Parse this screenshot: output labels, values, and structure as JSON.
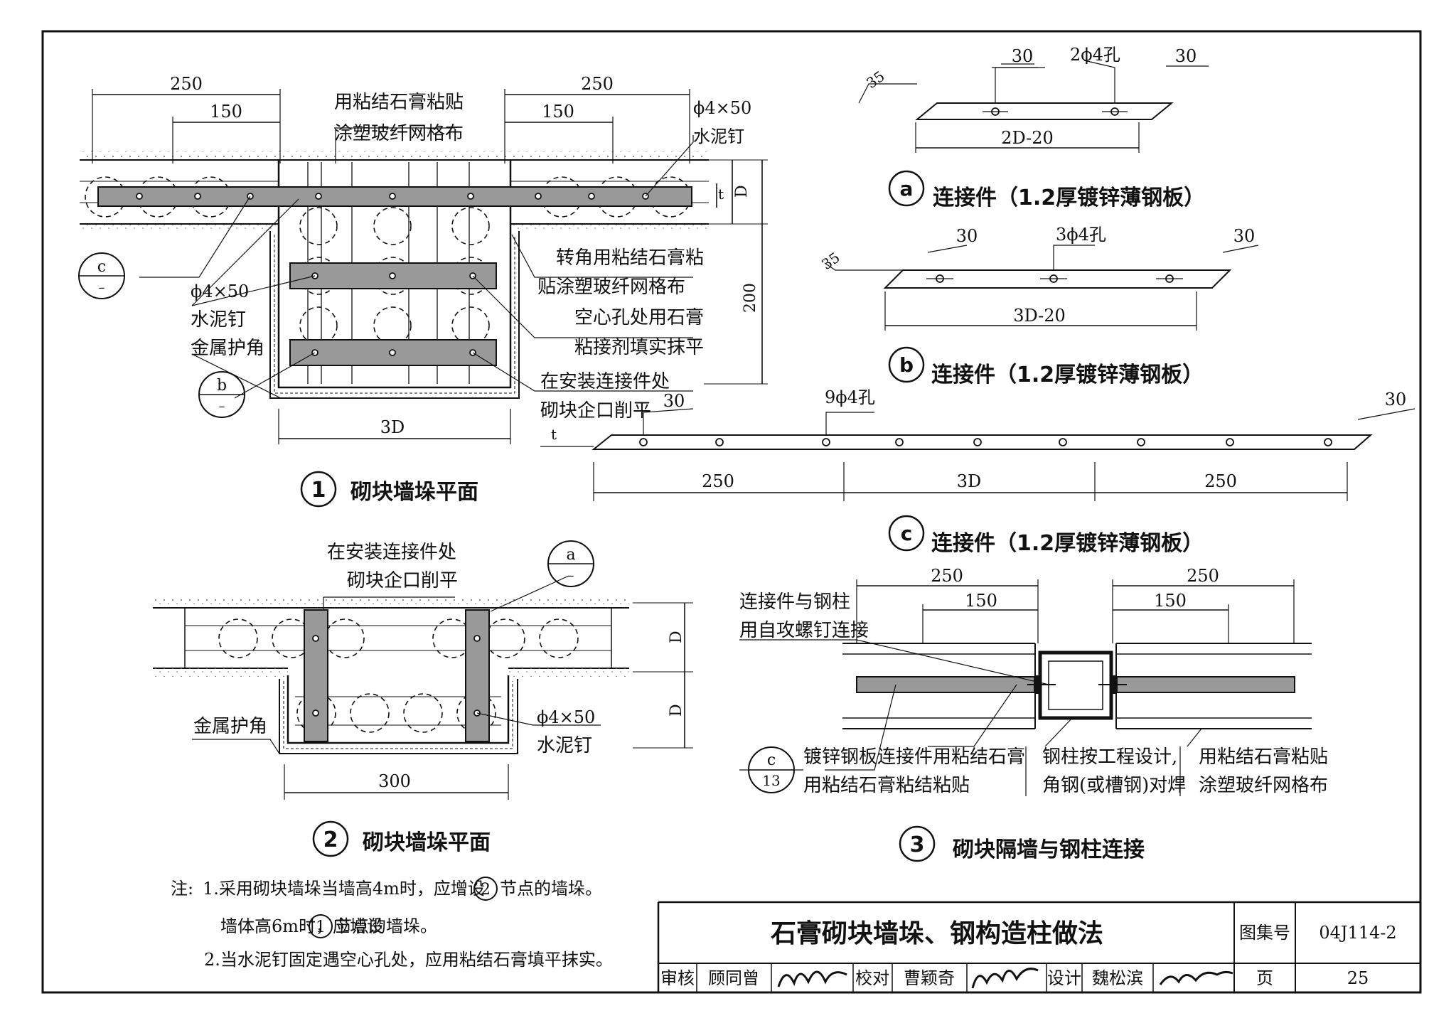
{
  "fig1": {
    "dim_250_left": "250",
    "dim_150_left": "150",
    "dim_250_right": "250",
    "dim_150_right": "150",
    "note_top": [
      "用粘结石膏粘贴",
      "涂塑玻纤网格布"
    ],
    "nail_right": [
      "ϕ4×50",
      "水泥钉"
    ],
    "dim_t": "t",
    "dim_D": "D",
    "dim_200": "200",
    "corner_note": [
      "转角用粘结石膏粘",
      "贴涂塑玻纤网格布"
    ],
    "fill_note": [
      "空心孔处用石膏",
      "粘接剂填实抹平"
    ],
    "install_note": [
      "在安装连接件处",
      "砌块企口削平"
    ],
    "nail_left": [
      "ϕ4×50",
      "水泥钉"
    ],
    "corner_guard": "金属护角",
    "ref_c": "c",
    "ref_b": "b",
    "ref_dash": "–",
    "dim_3D": "3D",
    "num": "1",
    "title": "砌块墙垛平面"
  },
  "fig2": {
    "install_note": [
      "在安装连接件处",
      "砌块企口削平"
    ],
    "ref_a": "a",
    "ref_dash": "–",
    "dim_D1": "D",
    "dim_D2": "D",
    "corner_guard": "金属护角",
    "nail": [
      "ϕ4×50",
      "水泥钉"
    ],
    "dim_300": "300",
    "num": "2",
    "title": "砌块墙垛平面"
  },
  "part_a": {
    "dim_35": "35",
    "dim_30_l": "30",
    "holes": "2ϕ4孔",
    "dim_30_r": "30",
    "dim_len": "2D-20",
    "letter": "a",
    "title": "连接件（1.2厚镀锌薄钢板）"
  },
  "part_b": {
    "dim_35": "35",
    "dim_30_l": "30",
    "holes": "3ϕ4孔",
    "dim_30_r": "30",
    "dim_len": "3D-20",
    "letter": "b",
    "title": "连接件（1.2厚镀锌薄钢板）"
  },
  "part_c": {
    "dim_30_l": "30",
    "holes": "9ϕ4孔",
    "dim_30_r": "30",
    "dim_t": "t",
    "dim_250_l": "250",
    "dim_3D": "3D",
    "dim_250_r": "250",
    "letter": "c",
    "title": "连接件（1.2厚镀锌薄钢板）"
  },
  "fig3": {
    "dim_250_l": "250",
    "dim_150_l": "150",
    "dim_250_r": "250",
    "dim_150_r": "150",
    "conn_note": [
      "连接件与钢柱",
      "用自攻螺钉连接"
    ],
    "ref_c": "c",
    "ref_13": "13",
    "label1": [
      "镀锌钢板连接件",
      "用粘结石膏粘结"
    ],
    "label2": [
      "用粘结石膏",
      "粘贴"
    ],
    "label3": [
      "钢柱按工程设计,",
      "角钢(或槽钢)对焊"
    ],
    "label4": [
      "用粘结石膏粘贴",
      "涂塑玻纤网格布"
    ],
    "num": "3",
    "title": "砌块隔墙与钢柱连接"
  },
  "notes": {
    "prefix": "注:",
    "line1a": "1.采用砌块墙垛当墙高4m时，应增设",
    "circle2": "2",
    "line1b": "节点的墙垛。",
    "line2a": "墙体高6m时，应增设",
    "circle1": "1",
    "line2b": "节点的墙垛。",
    "line3": "2.当水泥钉固定遇空心孔处，应用粘结石膏填平抹实。"
  },
  "titleblock": {
    "title": "石膏砌块墙垛、钢构造柱做法",
    "atlas_label": "图集号",
    "atlas_no": "04J114-2",
    "review_label": "审核",
    "reviewer": "顾同曾",
    "check_label": "校对",
    "checker": "曹颖奇",
    "design_label": "设计",
    "designer": "魏松滨",
    "page_label": "页",
    "page_no": "25"
  }
}
